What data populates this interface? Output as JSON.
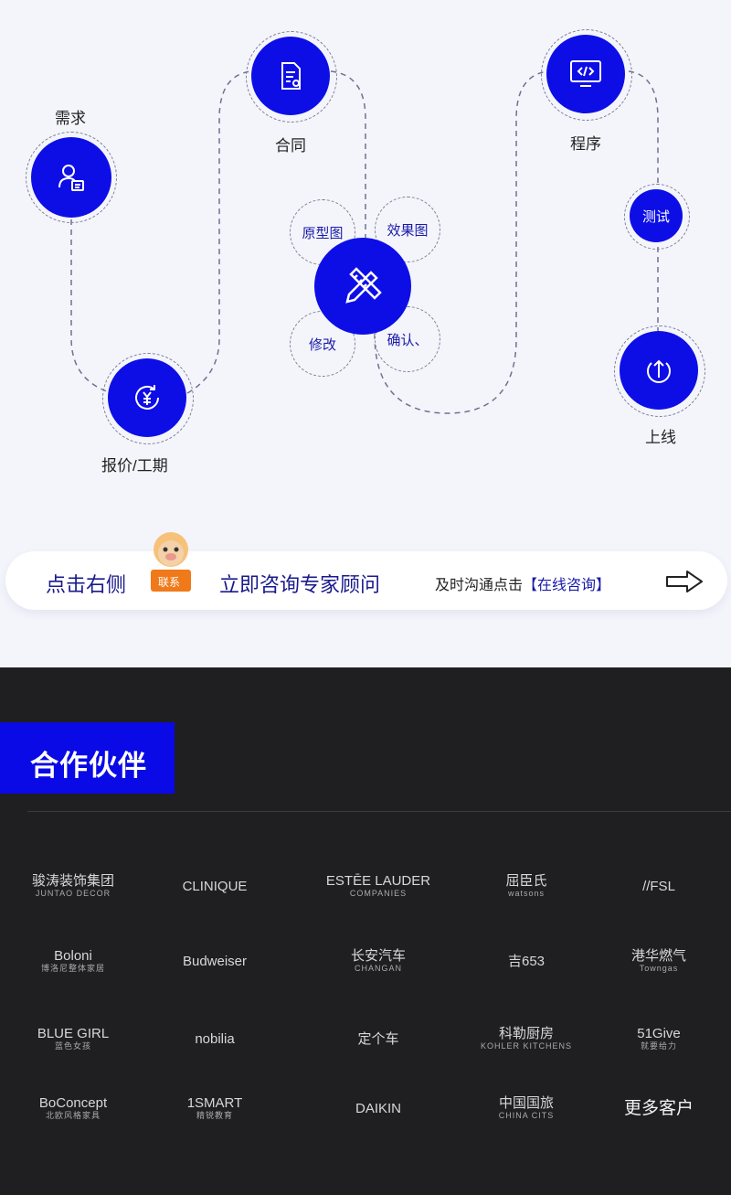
{
  "process": {
    "steps": {
      "requirement": "需求",
      "contract": "合同",
      "program": "程序",
      "test": "测试",
      "quote": "报价/工期",
      "launch": "上线"
    },
    "design": {
      "prototype": "原型图",
      "effect": "效果图",
      "modify": "修改",
      "confirm": "确认、"
    }
  },
  "banner": {
    "left_text": "点击右侧",
    "badge": "联系",
    "middle_text": "立即咨询专家顾问",
    "right_text": "及时沟通点击",
    "right_link": "【在线咨询】"
  },
  "partners": {
    "title": "合作伙伴",
    "logos": [
      {
        "name": "骏涛装饰集团",
        "sub": "JUNTAO DECOR"
      },
      {
        "name": "CLINIQUE",
        "sub": ""
      },
      {
        "name": "ESTĒE LAUDER",
        "sub": "COMPANIES"
      },
      {
        "name": "屈臣氏",
        "sub": "watsons"
      },
      {
        "name": "//FSL",
        "sub": ""
      },
      {
        "name": "Boloni",
        "sub": "博洛尼整体家居"
      },
      {
        "name": "Budweiser",
        "sub": ""
      },
      {
        "name": "长安汽车",
        "sub": "CHANGAN"
      },
      {
        "name": "吉653",
        "sub": ""
      },
      {
        "name": "港华燃气",
        "sub": "Towngas"
      },
      {
        "name": "BLUE GIRL",
        "sub": "蓝色女孩"
      },
      {
        "name": "nobilia",
        "sub": ""
      },
      {
        "name": "定个车",
        "sub": ""
      },
      {
        "name": "科勒厨房",
        "sub": "KOHLER KITCHENS"
      },
      {
        "name": "51Give",
        "sub": "就要给力"
      },
      {
        "name": "BoConcept",
        "sub": "北欧风格家具"
      },
      {
        "name": "1SMART",
        "sub": "精锐教育"
      },
      {
        "name": "DAIKIN",
        "sub": ""
      },
      {
        "name": "中国国旅",
        "sub": "CHINA CITS"
      },
      {
        "name": "更多客户",
        "sub": ""
      }
    ]
  },
  "colors": {
    "accent": "#0d0ee6",
    "dark_bg": "#1f1f21",
    "light_bg": "#f4f5fb"
  }
}
